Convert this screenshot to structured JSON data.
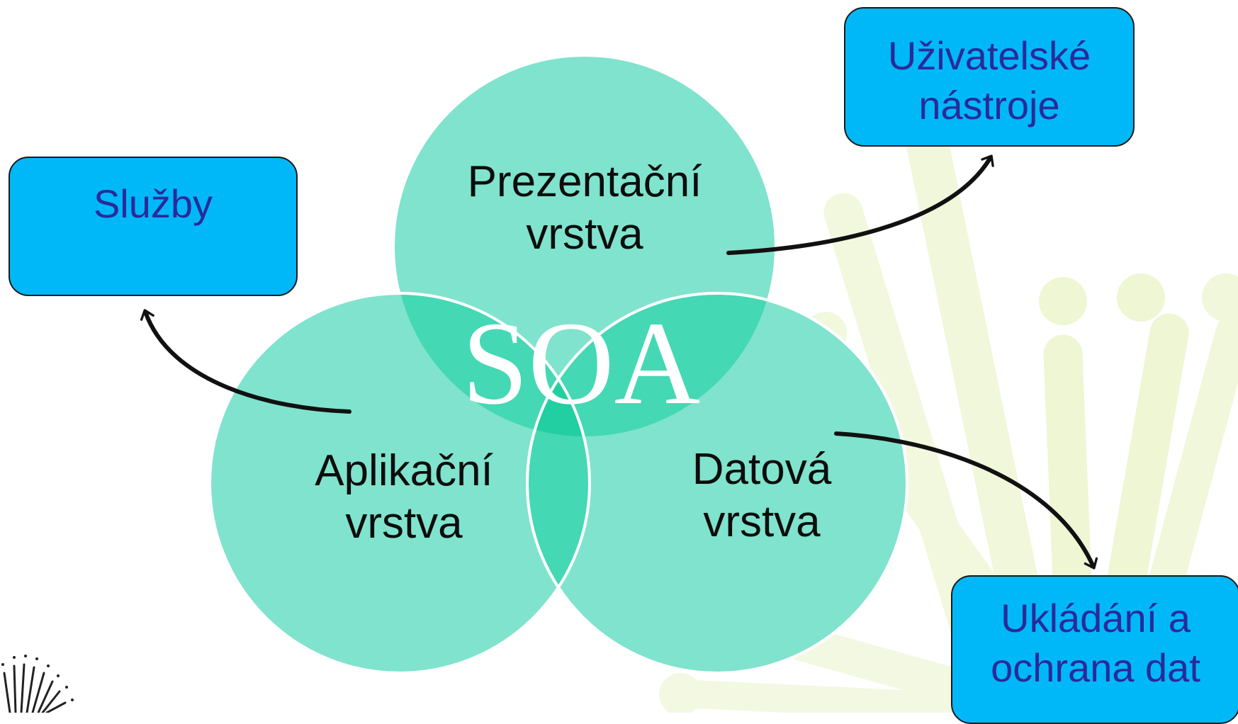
{
  "center_label": "SOA",
  "layers": {
    "presentation": {
      "line1": "Prezentační",
      "line2": "vrstva"
    },
    "application": {
      "line1": "Aplikační",
      "line2": "vrstva"
    },
    "data": {
      "line1": "Datová",
      "line2": "vrstva"
    }
  },
  "boxes": {
    "services": {
      "line1": "Služby"
    },
    "user_tools": {
      "line1": "Uživatelské",
      "line2": "nástroje"
    },
    "storage": {
      "line1": "Ukládání a",
      "line2": "ochrana dat"
    }
  },
  "colors": {
    "circle_fill": "#7fe3cd",
    "overlap_fill": "#44d8b4",
    "center_fill": "#22cfa2",
    "box_fill": "#00b8f8",
    "box_text": "#2a2a9a",
    "background_rays": "#f0f7dc"
  }
}
